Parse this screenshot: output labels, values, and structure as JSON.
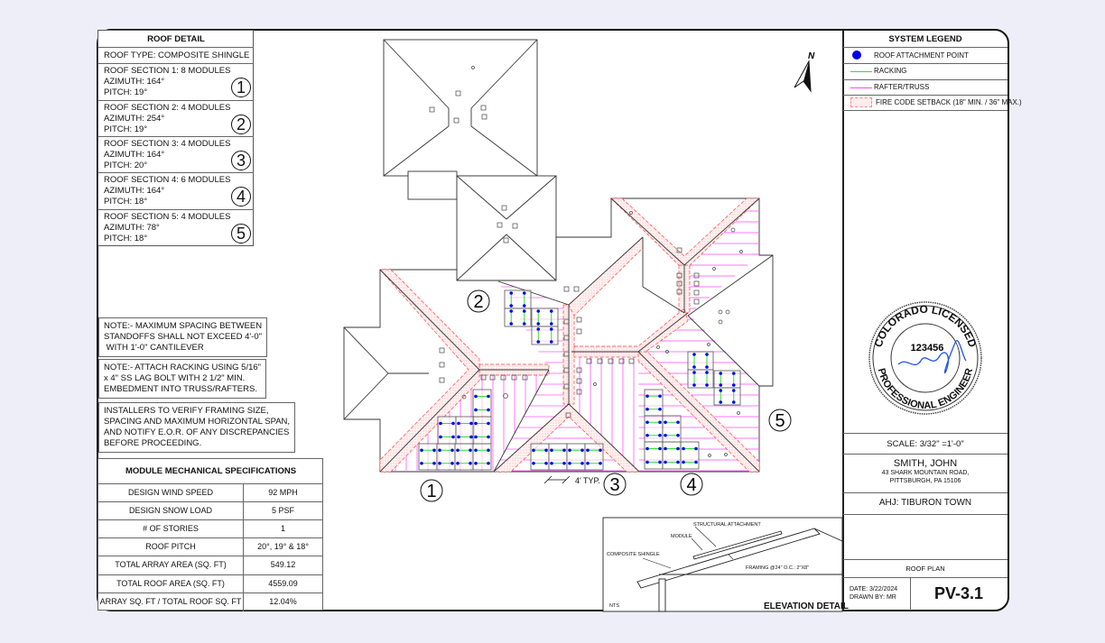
{
  "roof_detail": {
    "title": "ROOF DETAIL",
    "roof_type": "ROOF TYPE: COMPOSITE SHINGLE",
    "sections": [
      {
        "line1": "ROOF SECTION 1: 8 MODULES",
        "azimuth": "AZIMUTH: 164°",
        "pitch": "PITCH: 19°",
        "num": "1"
      },
      {
        "line1": "ROOF SECTION 2: 4 MODULES",
        "azimuth": "AZIMUTH: 254°",
        "pitch": "PITCH: 19°",
        "num": "2"
      },
      {
        "line1": "ROOF SECTION 3: 4 MODULES",
        "azimuth": "AZIMUTH: 164°",
        "pitch": "PITCH: 20°",
        "num": "3"
      },
      {
        "line1": "ROOF SECTION 4: 6 MODULES",
        "azimuth": "AZIMUTH: 164°",
        "pitch": "PITCH: 18°",
        "num": "4"
      },
      {
        "line1": "ROOF SECTION 5: 4 MODULES",
        "azimuth": "AZIMUTH: 78°",
        "pitch": "PITCH: 18°",
        "num": "5"
      }
    ]
  },
  "notes": [
    {
      "l1": "NOTE:- MAXIMUM SPACING BETWEEN",
      "l2": "STANDOFFS SHALL NOT EXCEED 4'-0\"",
      "l3": " WITH 1'-0\" CANTILEVER"
    },
    {
      "l1": "NOTE:- ATTACH RACKING USING 5/16\"",
      "l2": "x 4\" SS LAG BOLT WITH 2 1/2\" MIN.",
      "l3": "EMBEDMENT INTO TRUSS/RAFTERS."
    },
    {
      "l1": "INSTALLERS TO VERIFY FRAMING SIZE,",
      "l2": "SPACING AND MAXIMUM HORIZONTAL SPAN,",
      "l3": "AND NOTIFY E.O.R. OF ANY DISCREPANCIES",
      "l4": "BEFORE PROCEEDING."
    }
  ],
  "specs": {
    "title": "MODULE MECHANICAL SPECIFICATIONS",
    "rows": [
      {
        "label": "DESIGN WIND SPEED",
        "value": "92 MPH"
      },
      {
        "label": "DESIGN SNOW LOAD",
        "value": "5 PSF"
      },
      {
        "label": "# OF STORIES",
        "value": "1"
      },
      {
        "label": "ROOF PITCH",
        "value": "20°, 19° & 18°"
      },
      {
        "label": "TOTAL ARRAY AREA (SQ. FT)",
        "value": "549.12"
      },
      {
        "label": "TOTAL ROOF AREA (SQ. FT)",
        "value": "4559.09"
      },
      {
        "label": "ARRAY SQ. FT / TOTAL ROOF SQ. FT",
        "value": "12.04%"
      }
    ]
  },
  "legend": {
    "title": "SYSTEM LEGEND",
    "items": [
      {
        "label": "ROOF ATTACHMENT POINT",
        "icon": "blue-dot",
        "color": "#0000ee"
      },
      {
        "label": "RACKING",
        "icon": "green-line",
        "color": "#33dd33"
      },
      {
        "label": "RAFTER/TRUSS",
        "icon": "magenta-line",
        "color": "#ff44ff"
      },
      {
        "label": "FIRE CODE SETBACK (18\" MIN. / 36\" MAX.)",
        "icon": "red-dashed-box",
        "color": "#ff5555"
      }
    ]
  },
  "stamp": {
    "top": "COLORADO LICENSED",
    "number": "123456",
    "bottom": "PROFESSIONAL ENGINEER"
  },
  "title_block": {
    "scale": "SCALE: 3/32\" =1'-0\"",
    "owner": "SMITH, JOHN",
    "address1": "43 SHARK MOUNTAIN ROAD,",
    "address2": "PITTSBURGH, PA 15106",
    "ahj": "AHJ: TIBURON TOWN",
    "sheet_name": "ROOF PLAN",
    "date": "DATE: 3/22/2024",
    "drawn_by": "DRAWN BY: MR",
    "sheet_number": "PV-3.1"
  },
  "plan": {
    "north": "N",
    "typ_spacing": "4' TYP.",
    "callouts": [
      "1",
      "2",
      "3",
      "4",
      "5"
    ]
  },
  "elevation": {
    "title": "ELEVATION DETAIL",
    "nts": "NTS",
    "structural_attachment": "STRUCTURAL ATTACHMENT",
    "module": "MODULE",
    "composite_shingle": "COMPOSITE SHINGLE",
    "framing": "FRAMING @24\" O.C.: 2\"X8\""
  },
  "colors": {
    "attachment": "#0000ee",
    "racking": "#33dd33",
    "rafter": "#ff44ff",
    "setback": "#ff5555"
  }
}
